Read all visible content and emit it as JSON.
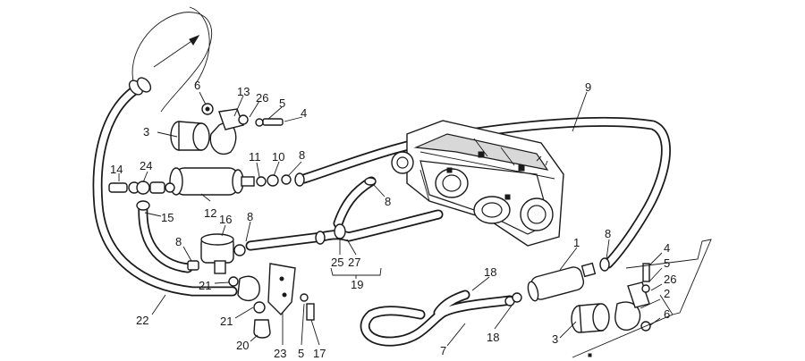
{
  "diagram": {
    "callouts": [
      {
        "id": "c-6a",
        "text": "6"
      },
      {
        "id": "c-13a",
        "text": "13"
      },
      {
        "id": "c-26a",
        "text": "26"
      },
      {
        "id": "c-5a",
        "text": "5"
      },
      {
        "id": "c-4a",
        "text": "4"
      },
      {
        "id": "c-3a",
        "text": "3"
      },
      {
        "id": "c-11",
        "text": "11"
      },
      {
        "id": "c-10",
        "text": "10"
      },
      {
        "id": "c-8a",
        "text": "8"
      },
      {
        "id": "c-9",
        "text": "9"
      },
      {
        "id": "c-14",
        "text": "14"
      },
      {
        "id": "c-24",
        "text": "24"
      },
      {
        "id": "c-12",
        "text": "12"
      },
      {
        "id": "c-15",
        "text": "15"
      },
      {
        "id": "c-16",
        "text": "16"
      },
      {
        "id": "c-8b",
        "text": "8"
      },
      {
        "id": "c-8c",
        "text": "8"
      },
      {
        "id": "c-8d",
        "text": "8"
      },
      {
        "id": "c-25",
        "text": "25"
      },
      {
        "id": "c-27",
        "text": "27"
      },
      {
        "id": "c-19",
        "text": "19"
      },
      {
        "id": "c-21a",
        "text": "21"
      },
      {
        "id": "c-21b",
        "text": "21"
      },
      {
        "id": "c-20",
        "text": "20"
      },
      {
        "id": "c-22",
        "text": "22"
      },
      {
        "id": "c-23",
        "text": "23"
      },
      {
        "id": "c-5b",
        "text": "5"
      },
      {
        "id": "c-17",
        "text": "17"
      },
      {
        "id": "c-18a",
        "text": "18"
      },
      {
        "id": "c-18b",
        "text": "18"
      },
      {
        "id": "c-7",
        "text": "7"
      },
      {
        "id": "c-1",
        "text": "1"
      },
      {
        "id": "c-8e",
        "text": "8"
      },
      {
        "id": "c-4b",
        "text": "4"
      },
      {
        "id": "c-5c",
        "text": "5"
      },
      {
        "id": "c-26b",
        "text": "26"
      },
      {
        "id": "c-2",
        "text": "2"
      },
      {
        "id": "c-6b",
        "text": "6"
      },
      {
        "id": "c-3b",
        "text": "3"
      }
    ]
  }
}
